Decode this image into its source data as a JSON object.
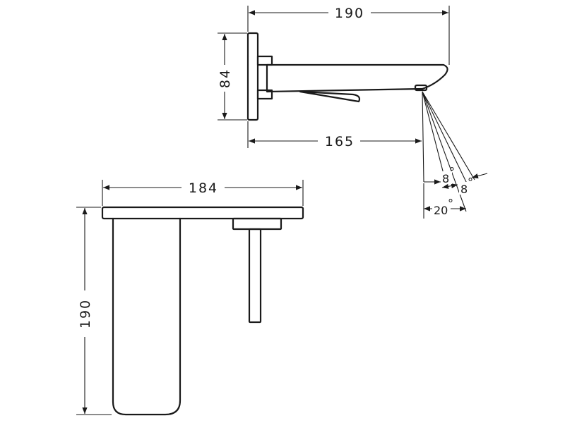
{
  "dimensions": {
    "top_width": "190",
    "plate_height": "84",
    "spout_reach": "165",
    "plate_width": "184",
    "plate_depth": "190",
    "angle_1": "8",
    "angle_2": "8",
    "angle_total": "20",
    "degree_symbol": "°"
  },
  "colors": {
    "line": "#1a1a1a",
    "background": "#ffffff"
  }
}
